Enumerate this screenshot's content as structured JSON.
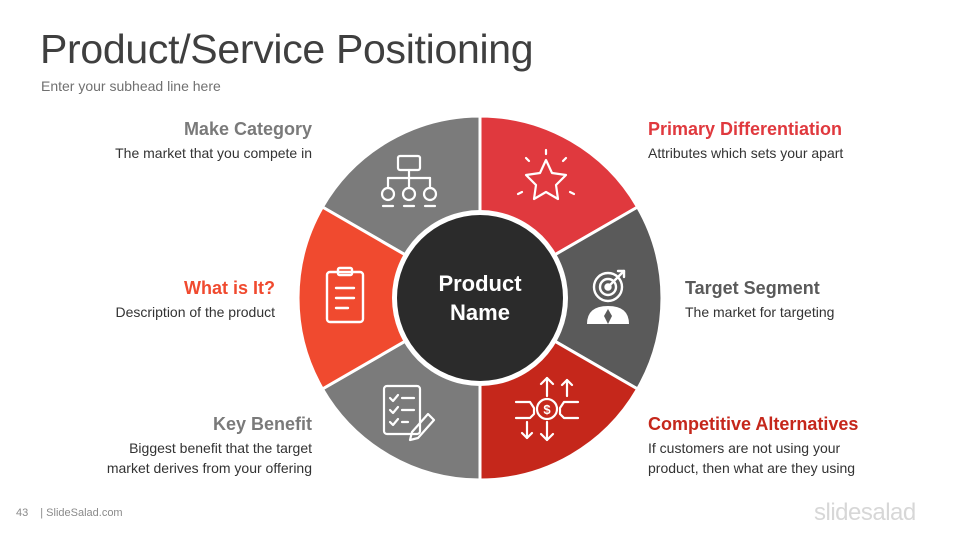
{
  "title": "Product/Service Positioning",
  "subhead": "Enter your subhead line here",
  "center": {
    "line1": "Product",
    "line2": "Name"
  },
  "items": {
    "make_category": {
      "heading": "Make Category",
      "desc": "The market that you compete in"
    },
    "primary_differentiation": {
      "heading": "Primary Differentiation",
      "desc": "Attributes which sets your apart"
    },
    "what_is_it": {
      "heading": "What is It?",
      "desc": "Description of the product"
    },
    "target_segment": {
      "heading": "Target Segment",
      "desc": "The market for targeting"
    },
    "key_benefit": {
      "heading": "Key Benefit",
      "desc_line1": "Biggest benefit that the target",
      "desc_line2": "market derives from your offering"
    },
    "competitive_alternatives": {
      "heading": "Competitive Alternatives",
      "desc_line1": "If customers are not using your",
      "desc_line2": "product, then what are they using"
    }
  },
  "footer": {
    "page_number": "43",
    "site": "| SlideSalad.com"
  },
  "brand": "slidesalad",
  "colors": {
    "dark_gray": "#5a5a5a",
    "mid_gray": "#7b7b7b",
    "red": "#e0393e",
    "orange_red": "#f04a2f",
    "dark_red": "#c5271b",
    "center": "#2b2b2b",
    "heading_gray": "#7a7a7a"
  },
  "icons": [
    "sitemap-icon",
    "star-icon",
    "clipboard-icon",
    "target-person-icon",
    "checklist-icon",
    "exchange-icon"
  ]
}
